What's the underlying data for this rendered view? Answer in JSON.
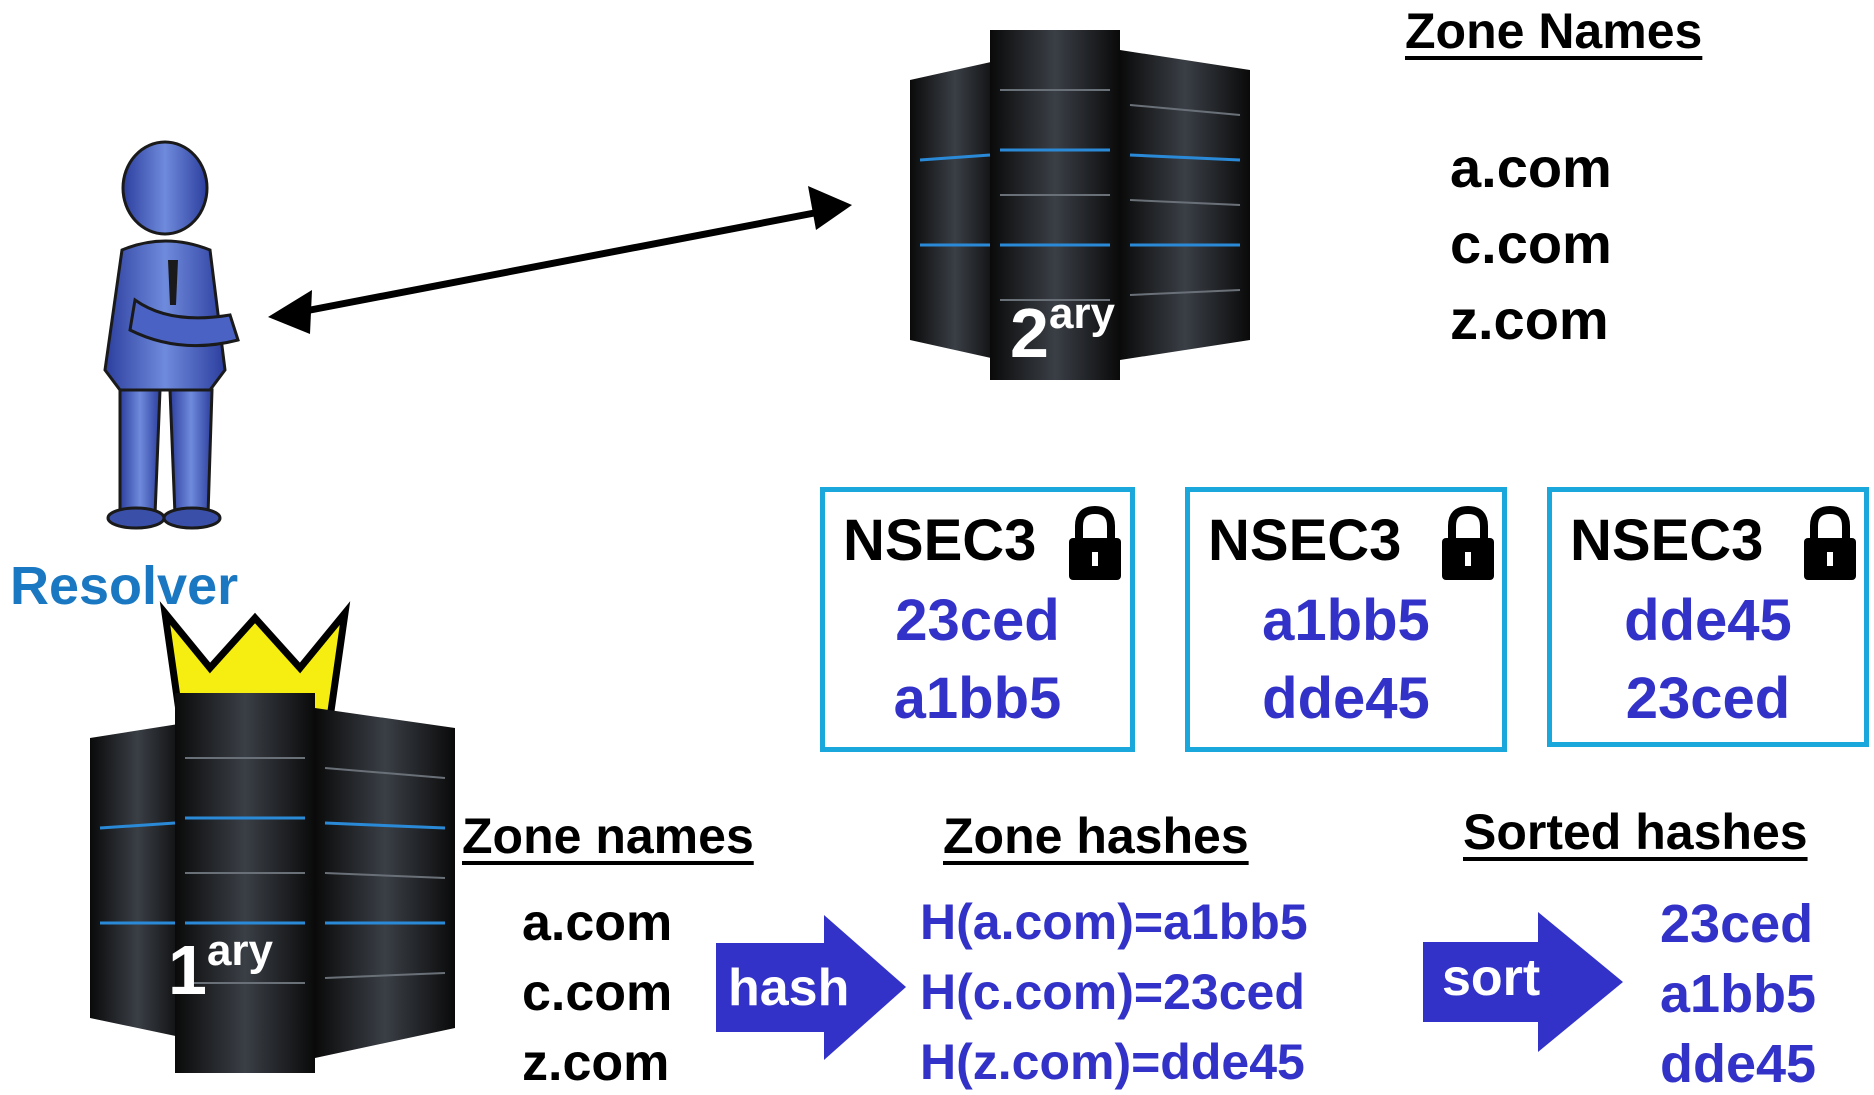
{
  "resolver": {
    "label": "Resolver"
  },
  "secondary_server": {
    "label_main": "2",
    "label_sup": "ary"
  },
  "primary_server": {
    "label_main": "1",
    "label_sup": "ary"
  },
  "top_zone_names": {
    "heading": "Zone Names",
    "items": [
      "a.com",
      "c.com",
      "z.com"
    ]
  },
  "nsec3_records": [
    {
      "title": "NSEC3",
      "hash_from": "23ced",
      "hash_to": "a1bb5"
    },
    {
      "title": "NSEC3",
      "hash_from": "a1bb5",
      "hash_to": "dde45"
    },
    {
      "title": "NSEC3",
      "hash_from": "dde45",
      "hash_to": "23ced"
    }
  ],
  "zone_names": {
    "heading": "Zone names",
    "items": [
      "a.com",
      "c.com",
      "z.com"
    ]
  },
  "hash_arrow": {
    "label": "hash"
  },
  "zone_hashes": {
    "heading": "Zone hashes",
    "items": [
      "H(a.com)=a1bb5",
      "H(c.com)=23ced",
      "H(z.com)=dde45"
    ]
  },
  "sort_arrow": {
    "label": "sort"
  },
  "sorted_hashes": {
    "heading": "Sorted hashes",
    "items": [
      "23ced",
      "a1bb5",
      "dde45"
    ]
  },
  "colors": {
    "hash_blue": "#3232c8",
    "box_border": "#1aa7dc",
    "resolver_blue": "#1a78c2",
    "crown_yellow": "#f5ee10"
  }
}
